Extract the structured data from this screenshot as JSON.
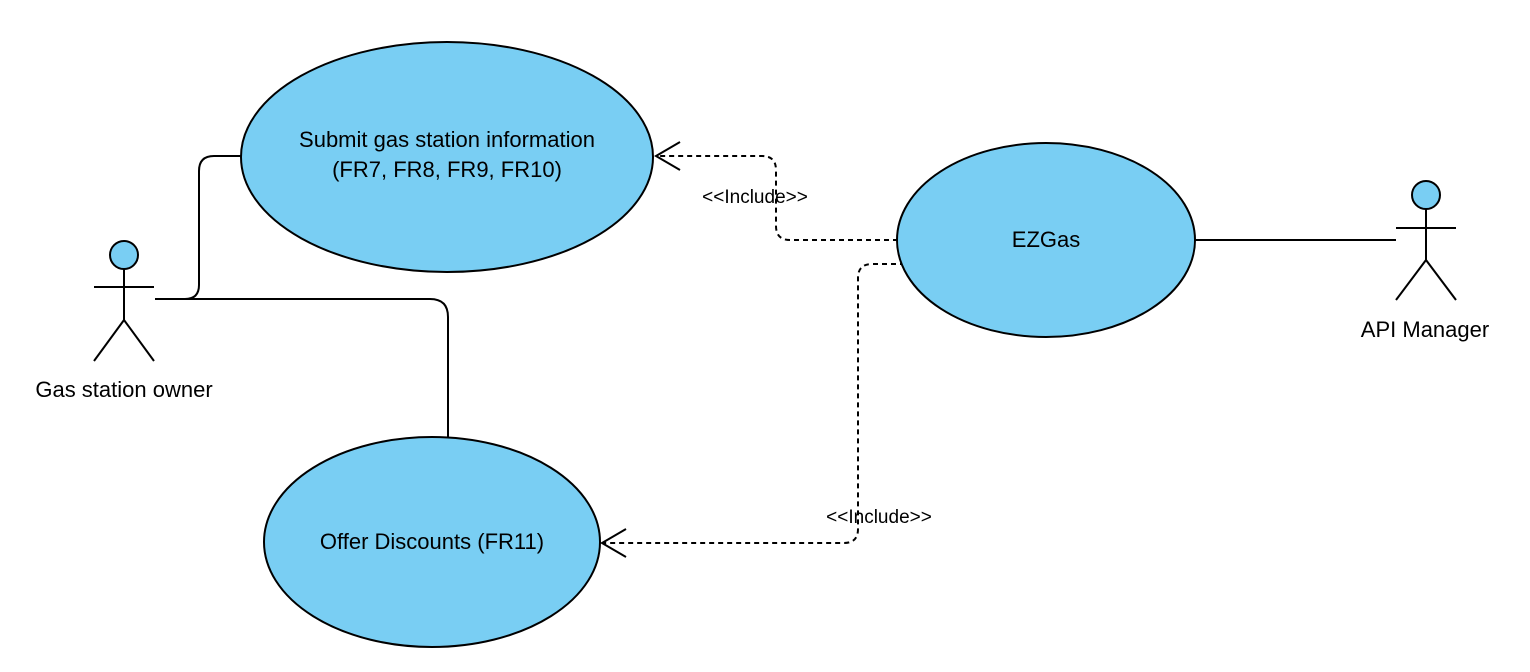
{
  "colors": {
    "use_case_fill": "#79cef3",
    "actor_head_fill": "#79cef3",
    "stroke": "#000000",
    "background": "#ffffff"
  },
  "actors": {
    "gas_station_owner": {
      "label": "Gas station owner"
    },
    "api_manager": {
      "label": "API Manager"
    }
  },
  "use_cases": {
    "submit_info": {
      "line1": "Submit gas station information",
      "line2": "(FR7, FR8, FR9, FR10)"
    },
    "ezgas": {
      "label": "EZGas"
    },
    "offer_discounts": {
      "label": "Offer Discounts (FR11)"
    }
  },
  "relations": {
    "include_submit": {
      "label": "<<Include>>",
      "type": "include"
    },
    "include_discounts": {
      "label": "<<Include>>",
      "type": "include"
    }
  }
}
